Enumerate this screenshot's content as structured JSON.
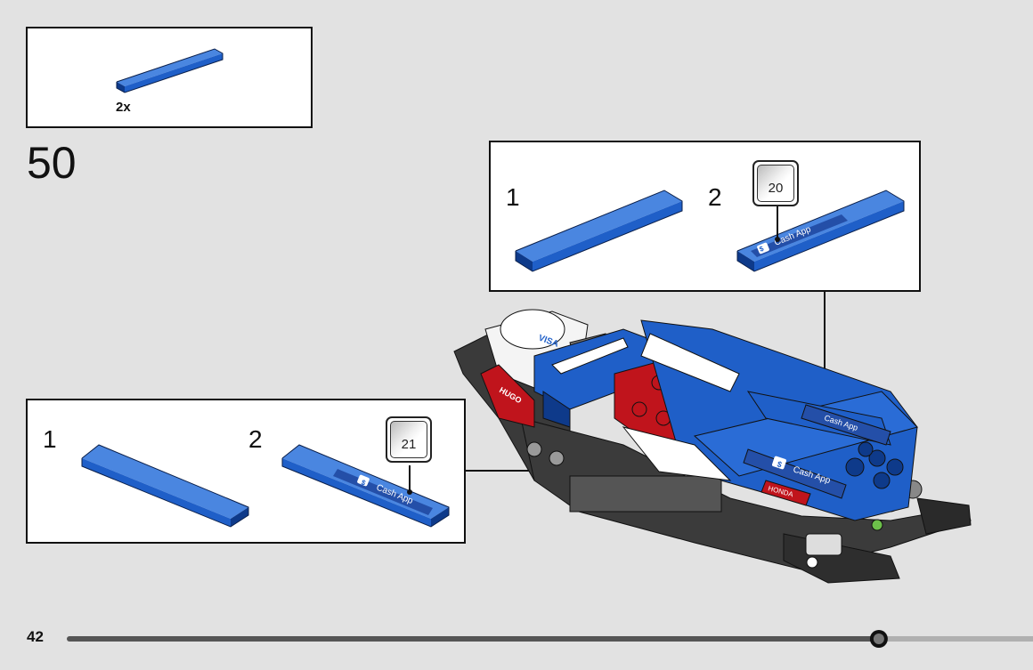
{
  "page": {
    "step_number": "50",
    "page_number": "42"
  },
  "parts_list": {
    "quantity": "2x"
  },
  "sub_assembly_top": {
    "step_1": "1",
    "step_2": "2",
    "sticker_number": "20",
    "sticker_text": "Cash App",
    "sticker_logo": "$"
  },
  "sub_assembly_left": {
    "step_1": "1",
    "step_2": "2",
    "sticker_number": "21",
    "sticker_text": "Cash App",
    "sticker_logo": "$"
  },
  "model": {
    "sticker_text_front": "Cash App",
    "sticker_text_side": "Cash App",
    "sticker_logo": "$",
    "brand_visa": "VISA",
    "brand_hugo": "HUGO",
    "brand_honda": "HONDA"
  },
  "colors": {
    "tile_blue": "#1f5fc8",
    "tile_blue_dark": "#0e3a8a",
    "red": "#c0141c",
    "green": "#6cc04a",
    "dark_grey": "#3a3a3a",
    "background": "#e2e2e2",
    "progress_track": "#555555"
  },
  "progress": {
    "value": 0.84
  }
}
